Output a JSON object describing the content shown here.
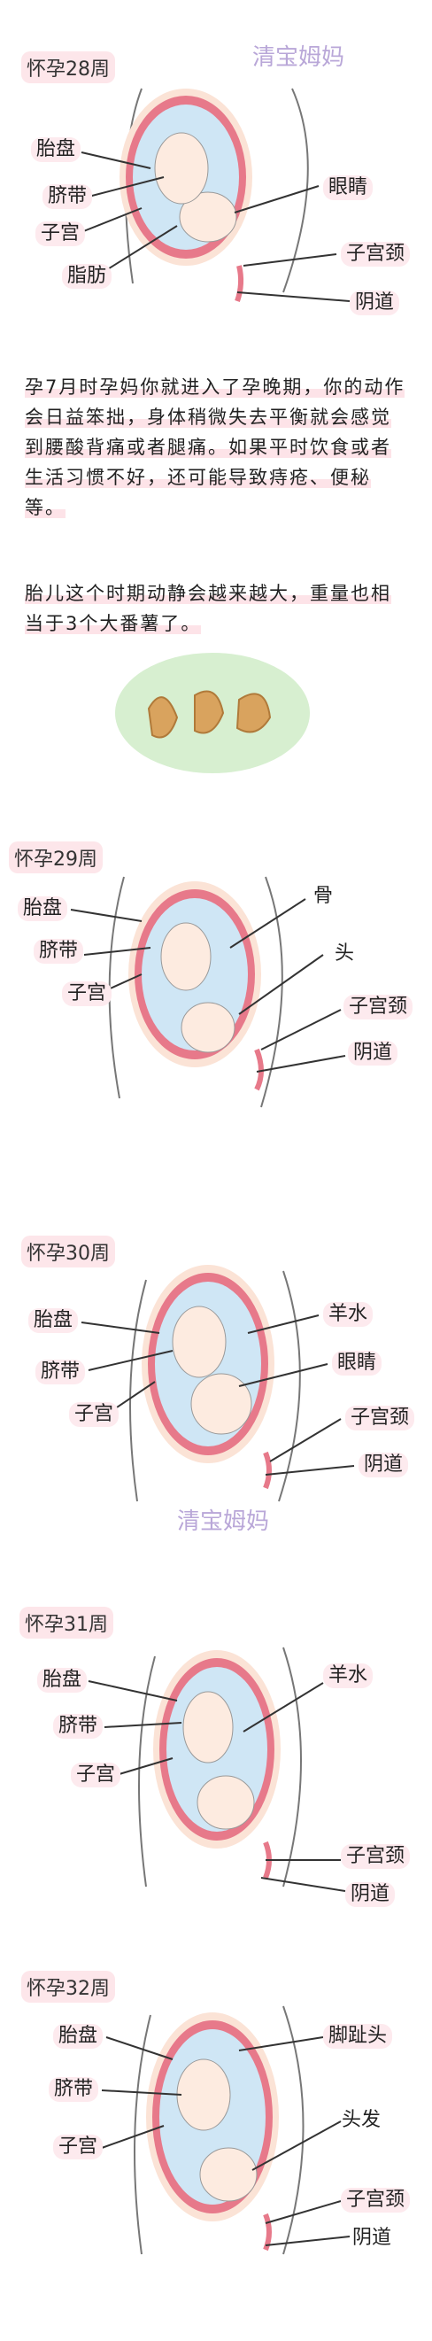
{
  "watermark": "清宝姆妈",
  "weeks": [
    {
      "title": "怀孕28周",
      "labels": [
        "胎盘",
        "脐带",
        "子宫",
        "脂肪",
        "眼睛",
        "子宫颈",
        "阴道"
      ]
    },
    {
      "title": "怀孕29周",
      "labels": [
        "胎盘",
        "脐带",
        "子宫",
        "骨",
        "头",
        "子宫颈",
        "阴道"
      ]
    },
    {
      "title": "怀孕30周",
      "labels": [
        "胎盘",
        "脐带",
        "子宫",
        "羊水",
        "眼睛",
        "子宫颈",
        "阴道"
      ]
    },
    {
      "title": "怀孕31周",
      "labels": [
        "胎盘",
        "脐带",
        "子宫",
        "羊水",
        "子宫颈",
        "阴道"
      ]
    },
    {
      "title": "怀孕32周",
      "labels": [
        "胎盘",
        "脐带",
        "子宫",
        "脚趾头",
        "头发",
        "子宫颈",
        "阴道"
      ]
    }
  ],
  "paragraph1": "孕7月时孕妈你就进入了孕晚期，你的动作会日益笨拙，身体稍微失去平衡就会感觉到腰酸背痛或者腿痛。如果平时饮食或者生活习惯不好，还可能导致痔疮、便秘等。",
  "paragraph2": "胎儿这个时期动静会越来越大，重量也相当于3个大番薯了。",
  "colors": {
    "label_highlight": "#fdeaee",
    "uterus": "#e7798a",
    "fluid": "#cfe6f5",
    "skin": "#fbe3d6",
    "sweet_potato": "#d9a35e",
    "plate": "#d7efd0",
    "watermark": "#b9a7d8"
  }
}
